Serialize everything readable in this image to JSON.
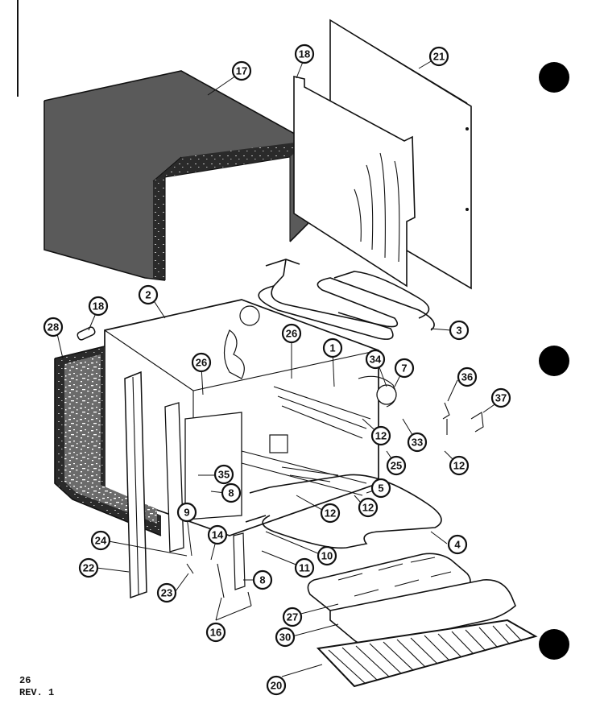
{
  "diagram": {
    "callouts": [
      {
        "id": "c17",
        "label": "17"
      },
      {
        "id": "c18a",
        "label": "18"
      },
      {
        "id": "c21",
        "label": "21"
      },
      {
        "id": "c3",
        "label": "3"
      },
      {
        "id": "c2",
        "label": "2"
      },
      {
        "id": "c18b",
        "label": "18"
      },
      {
        "id": "c28",
        "label": "28"
      },
      {
        "id": "c26a",
        "label": "26"
      },
      {
        "id": "c26b",
        "label": "26"
      },
      {
        "id": "c1",
        "label": "1"
      },
      {
        "id": "c34",
        "label": "34"
      },
      {
        "id": "c7",
        "label": "7"
      },
      {
        "id": "c36",
        "label": "36"
      },
      {
        "id": "c37",
        "label": "37"
      },
      {
        "id": "c12a",
        "label": "12"
      },
      {
        "id": "c33",
        "label": "33"
      },
      {
        "id": "c12b",
        "label": "12"
      },
      {
        "id": "c25",
        "label": "25"
      },
      {
        "id": "c35",
        "label": "35"
      },
      {
        "id": "c8a",
        "label": "8"
      },
      {
        "id": "c5",
        "label": "5"
      },
      {
        "id": "c12c",
        "label": "12"
      },
      {
        "id": "c12d",
        "label": "12"
      },
      {
        "id": "c9",
        "label": "9"
      },
      {
        "id": "c14",
        "label": "14"
      },
      {
        "id": "c24",
        "label": "24"
      },
      {
        "id": "c4",
        "label": "4"
      },
      {
        "id": "c10",
        "label": "10"
      },
      {
        "id": "c11",
        "label": "11"
      },
      {
        "id": "c22",
        "label": "22"
      },
      {
        "id": "c23",
        "label": "23"
      },
      {
        "id": "c8b",
        "label": "8"
      },
      {
        "id": "c27",
        "label": "27"
      },
      {
        "id": "c30",
        "label": "30"
      },
      {
        "id": "c16",
        "label": "16"
      },
      {
        "id": "c20",
        "label": "20"
      }
    ]
  },
  "footer": {
    "page_number": "26",
    "revision": "REV. 1"
  }
}
